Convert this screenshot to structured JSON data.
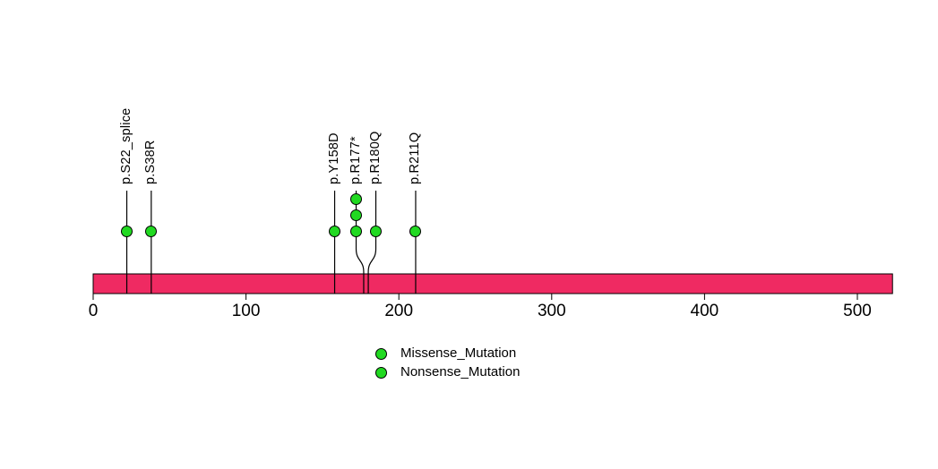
{
  "chart_data": {
    "type": "lollipop",
    "title": "",
    "xlabel": "",
    "ylabel": "",
    "xlim": [
      0,
      523
    ],
    "x_ticks": [
      0,
      100,
      200,
      300,
      400,
      500
    ],
    "protein_length": 523,
    "grid": false,
    "legend_position": "bottom-center",
    "mutations": [
      {
        "label": "p.S22_splice",
        "position": 22,
        "count": 1
      },
      {
        "label": "p.S38R",
        "position": 38,
        "count": 1
      },
      {
        "label": "p.Y158D",
        "position": 158,
        "count": 1
      },
      {
        "label": "p.R177*",
        "position": 177,
        "count": 3
      },
      {
        "label": "p.R180Q",
        "position": 180,
        "count": 1
      },
      {
        "label": "p.R211Q",
        "position": 211,
        "count": 1
      }
    ],
    "legend": [
      {
        "label": "Missense_Mutation",
        "color": "#21D921"
      },
      {
        "label": "Nonsense_Mutation",
        "color": "#21D921"
      }
    ],
    "colors": {
      "protein_bar": "#EF2A62",
      "lollipop_fill": "#21D921",
      "stem": "#000000",
      "text": "#000000",
      "background": "#FFFFFF"
    }
  }
}
